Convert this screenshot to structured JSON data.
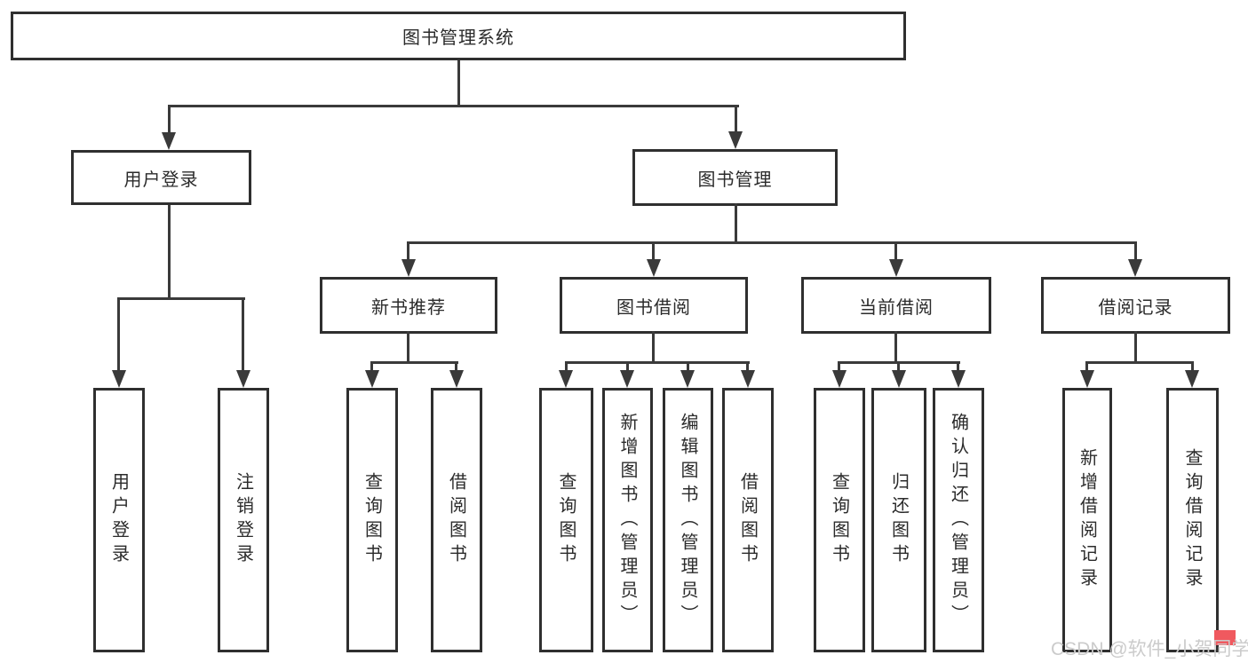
{
  "colors": {
    "background": "#ffffff",
    "line": "#3a3a3a",
    "box_border": "#2f2f2f",
    "box_bg": "#ffffff",
    "text": "#2b2b2b",
    "watermark_text": "#cbcbcb",
    "watermark_accent": "#f0595f"
  },
  "diagram": {
    "root": {
      "label": "图书管理系统"
    },
    "branches": [
      {
        "label": "用户登录",
        "children": [
          "用户登录",
          "注销登录"
        ]
      },
      {
        "label": "图书管理",
        "children_groups": [
          {
            "label": "新书推荐",
            "children": [
              "查询图书",
              "借阅图书"
            ]
          },
          {
            "label": "图书借阅",
            "children": [
              "查询图书",
              "新增图书（管理员）",
              "编辑图书（管理员）",
              "借阅图书"
            ]
          },
          {
            "label": "当前借阅",
            "children": [
              "查询图书",
              "归还图书",
              "确认归还（管理员）"
            ]
          },
          {
            "label": "借阅记录",
            "children": [
              "新增借阅记录",
              "查询借阅记录"
            ]
          }
        ]
      }
    ]
  },
  "watermark": {
    "text": "CSDN @软件_小贺同学"
  }
}
